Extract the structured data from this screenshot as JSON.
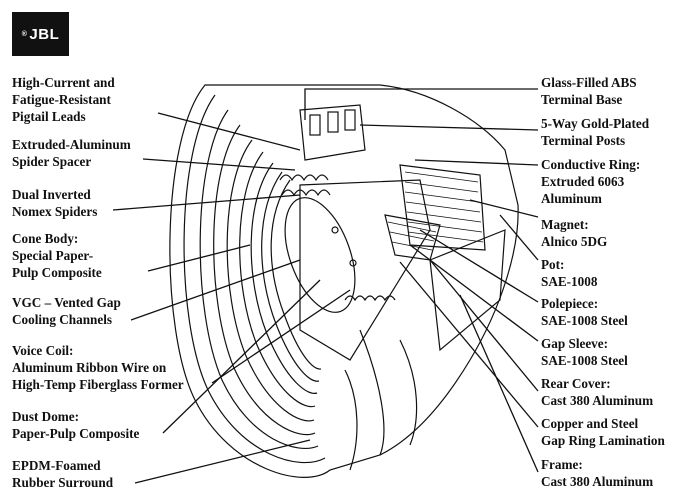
{
  "brand": {
    "logo_text": "JBL",
    "logo_mark": "®"
  },
  "callouts_left": [
    {
      "id": "pigtail-leads",
      "lines": [
        "High-Current and",
        "Fatigue-Resistant",
        "Pigtail Leads"
      ]
    },
    {
      "id": "spider-spacer",
      "lines": [
        "Extruded-Aluminum",
        "Spider Spacer"
      ]
    },
    {
      "id": "nomex-spiders",
      "lines": [
        "Dual Inverted",
        "Nomex Spiders"
      ]
    },
    {
      "id": "cone-body",
      "lines": [
        "Cone Body:",
        "Special Paper-",
        "Pulp Composite"
      ]
    },
    {
      "id": "vgc-channels",
      "lines": [
        "VGC – Vented Gap",
        "Cooling Channels"
      ]
    },
    {
      "id": "voice-coil",
      "lines": [
        "Voice Coil:",
        "Aluminum Ribbon Wire on",
        "High-Temp Fiberglass Former"
      ]
    },
    {
      "id": "dust-dome",
      "lines": [
        "Dust Dome:",
        "Paper-Pulp Composite"
      ]
    },
    {
      "id": "surround",
      "lines": [
        "EPDM-Foamed",
        "Rubber Surround"
      ]
    }
  ],
  "callouts_right": [
    {
      "id": "terminal-base",
      "lines": [
        "Glass-Filled ABS",
        "Terminal Base"
      ]
    },
    {
      "id": "terminal-posts",
      "lines": [
        "5-Way Gold-Plated",
        "Terminal Posts"
      ]
    },
    {
      "id": "conductive-ring",
      "lines": [
        "Conductive Ring:",
        "Extruded 6063",
        "Aluminum"
      ]
    },
    {
      "id": "magnet",
      "lines": [
        "Magnet:",
        "Alnico 5DG"
      ]
    },
    {
      "id": "pot",
      "lines": [
        "Pot:",
        "SAE-1008"
      ]
    },
    {
      "id": "polepiece",
      "lines": [
        "Polepiece:",
        "SAE-1008 Steel"
      ]
    },
    {
      "id": "gap-sleeve",
      "lines": [
        "Gap Sleeve:",
        "SAE-1008 Steel"
      ]
    },
    {
      "id": "rear-cover",
      "lines": [
        "Rear Cover:",
        "Cast 380 Aluminum"
      ]
    },
    {
      "id": "gap-ring",
      "lines": [
        "Copper and Steel",
        "Gap Ring Lamination"
      ]
    },
    {
      "id": "frame",
      "lines": [
        "Frame:",
        "Cast 380 Aluminum"
      ]
    }
  ]
}
